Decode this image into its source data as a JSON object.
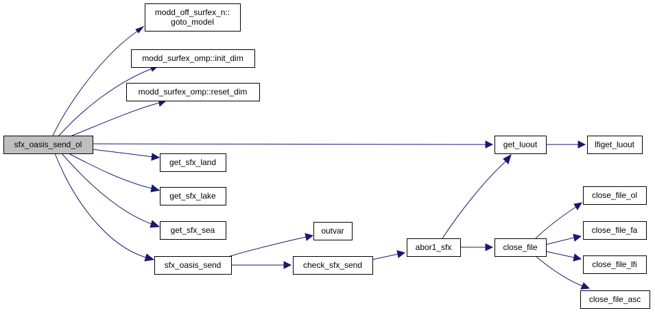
{
  "graph": {
    "colors": {
      "edge": "#191970",
      "node_border": "#000000",
      "root_fill": "#bfbfbf",
      "node_fill": "#ffffff"
    },
    "nodes": {
      "sfx_oasis_send_ol": [
        "sfx_oasis_send_ol"
      ],
      "modd_off_surfex_n_goto_model": [
        "modd_off_surfex_n::",
        "goto_model"
      ],
      "modd_surfex_omp_init_dim": [
        "modd_surfex_omp::init_dim"
      ],
      "modd_surfex_omp_reset_dim": [
        "modd_surfex_omp::reset_dim"
      ],
      "get_luout": [
        "get_luout"
      ],
      "lfiget_luout": [
        "lfiget_luout"
      ],
      "get_sfx_land": [
        "get_sfx_land"
      ],
      "get_sfx_lake": [
        "get_sfx_lake"
      ],
      "get_sfx_sea": [
        "get_sfx_sea"
      ],
      "sfx_oasis_send": [
        "sfx_oasis_send"
      ],
      "outvar": [
        "outvar"
      ],
      "check_sfx_send": [
        "check_sfx_send"
      ],
      "abor1_sfx": [
        "abor1_sfx"
      ],
      "close_file": [
        "close_file"
      ],
      "close_file_ol": [
        "close_file_ol"
      ],
      "close_file_fa": [
        "close_file_fa"
      ],
      "close_file_lfi": [
        "close_file_lfi"
      ],
      "close_file_asc": [
        "close_file_asc"
      ]
    },
    "edges": [
      [
        "sfx_oasis_send_ol",
        "modd_off_surfex_n_goto_model"
      ],
      [
        "sfx_oasis_send_ol",
        "modd_surfex_omp_init_dim"
      ],
      [
        "sfx_oasis_send_ol",
        "modd_surfex_omp_reset_dim"
      ],
      [
        "sfx_oasis_send_ol",
        "get_luout"
      ],
      [
        "sfx_oasis_send_ol",
        "get_sfx_land"
      ],
      [
        "sfx_oasis_send_ol",
        "get_sfx_lake"
      ],
      [
        "sfx_oasis_send_ol",
        "get_sfx_sea"
      ],
      [
        "sfx_oasis_send_ol",
        "sfx_oasis_send"
      ],
      [
        "get_luout",
        "lfiget_luout"
      ],
      [
        "sfx_oasis_send",
        "outvar"
      ],
      [
        "sfx_oasis_send",
        "check_sfx_send"
      ],
      [
        "check_sfx_send",
        "abor1_sfx"
      ],
      [
        "abor1_sfx",
        "get_luout"
      ],
      [
        "abor1_sfx",
        "close_file"
      ],
      [
        "close_file",
        "close_file_ol"
      ],
      [
        "close_file",
        "close_file_fa"
      ],
      [
        "close_file",
        "close_file_lfi"
      ],
      [
        "close_file",
        "close_file_asc"
      ]
    ]
  }
}
